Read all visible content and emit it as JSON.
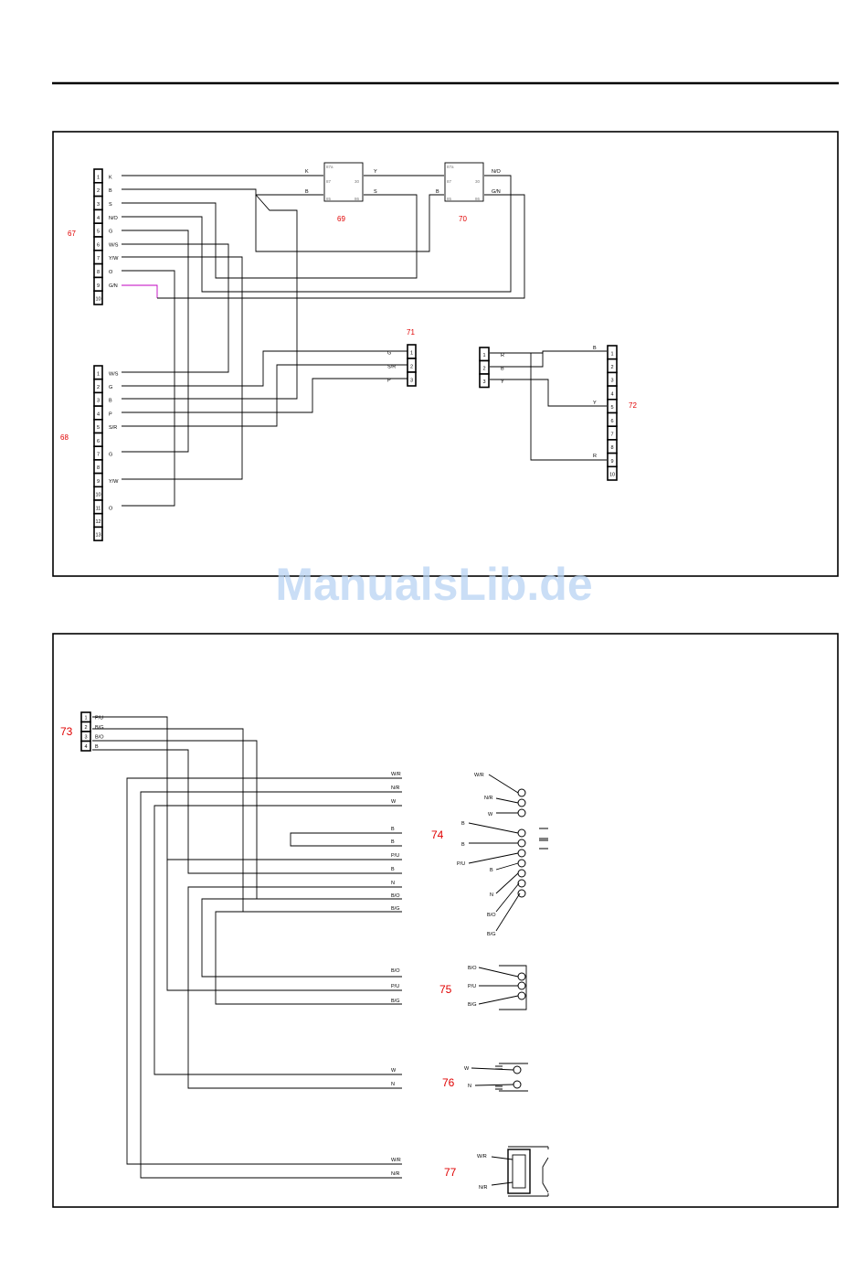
{
  "callouts": {
    "c67": "67",
    "c68": "68",
    "c69": "69",
    "c70": "70",
    "c71": "71",
    "c72": "72",
    "c73": "73",
    "c74": "74",
    "c75": "75",
    "c76": "76",
    "c77": "77"
  },
  "watermark": "ManualsLib.de",
  "connectors": {
    "c67": {
      "pins": [
        "1",
        "2",
        "3",
        "4",
        "5",
        "6",
        "7",
        "8",
        "9",
        "10"
      ],
      "labels": [
        "K",
        "B",
        "S",
        "N/O",
        "G",
        "W/S",
        "Y/W",
        "O",
        "G/N",
        ""
      ]
    },
    "c68": {
      "pins": [
        "1",
        "2",
        "3",
        "4",
        "5",
        "6",
        "7",
        "8",
        "9",
        "10",
        "11",
        "12",
        "13"
      ],
      "labels": [
        "W/S",
        "G",
        "B",
        "P",
        "S/R",
        "",
        "G",
        "",
        "Y/W",
        "",
        "O",
        "",
        ""
      ]
    },
    "c71": {
      "pins": [
        "1",
        "2",
        "3"
      ],
      "labels": [
        "G",
        "S/R",
        "P"
      ]
    },
    "c72_left": {
      "pins": [
        "1",
        "2",
        "3"
      ],
      "labels": [
        "R",
        "B",
        "Y"
      ]
    },
    "c72_right": {
      "pins": [
        "1",
        "2",
        "3",
        "4",
        "5",
        "6",
        "7",
        "8",
        "9",
        "10"
      ]
    },
    "c72_right_labels": {
      "b": "B",
      "y": "Y",
      "r": "R"
    },
    "c73": {
      "pins": [
        "1",
        "2",
        "3",
        "4"
      ],
      "labels": [
        "P/U",
        "B/G",
        "B/O",
        "B"
      ]
    }
  },
  "relays": {
    "r69": {
      "terms": [
        "87a",
        "87",
        "85",
        "30",
        "86"
      ],
      "in_left": [
        "K",
        "B"
      ],
      "out_right": [
        "Y",
        "S"
      ]
    },
    "r70": {
      "terms": [
        "87a",
        "87",
        "85",
        "30",
        "86"
      ],
      "in_left": [
        "B"
      ],
      "out_right": [
        "N/O",
        "G/N"
      ]
    }
  },
  "bottom_wires": {
    "w1": [
      "W/R",
      "N/R",
      "W",
      "B",
      "B",
      "P/U",
      "B",
      "N",
      "B/O",
      "B/G"
    ],
    "w2": [
      "B/O",
      "P/U",
      "B/G"
    ],
    "w3": [
      "W",
      "N"
    ],
    "w4": [
      "W/R",
      "N/R"
    ]
  },
  "comp74_labels": [
    "W/R",
    "N/R",
    "W",
    "B",
    "B",
    "P/U",
    "B",
    "N",
    "B/O",
    "B/G"
  ],
  "comp75_labels": [
    "B/O",
    "P/U",
    "B/G"
  ],
  "comp76_labels": [
    "W",
    "N"
  ],
  "comp77_labels": [
    "W/R",
    "N/R"
  ]
}
